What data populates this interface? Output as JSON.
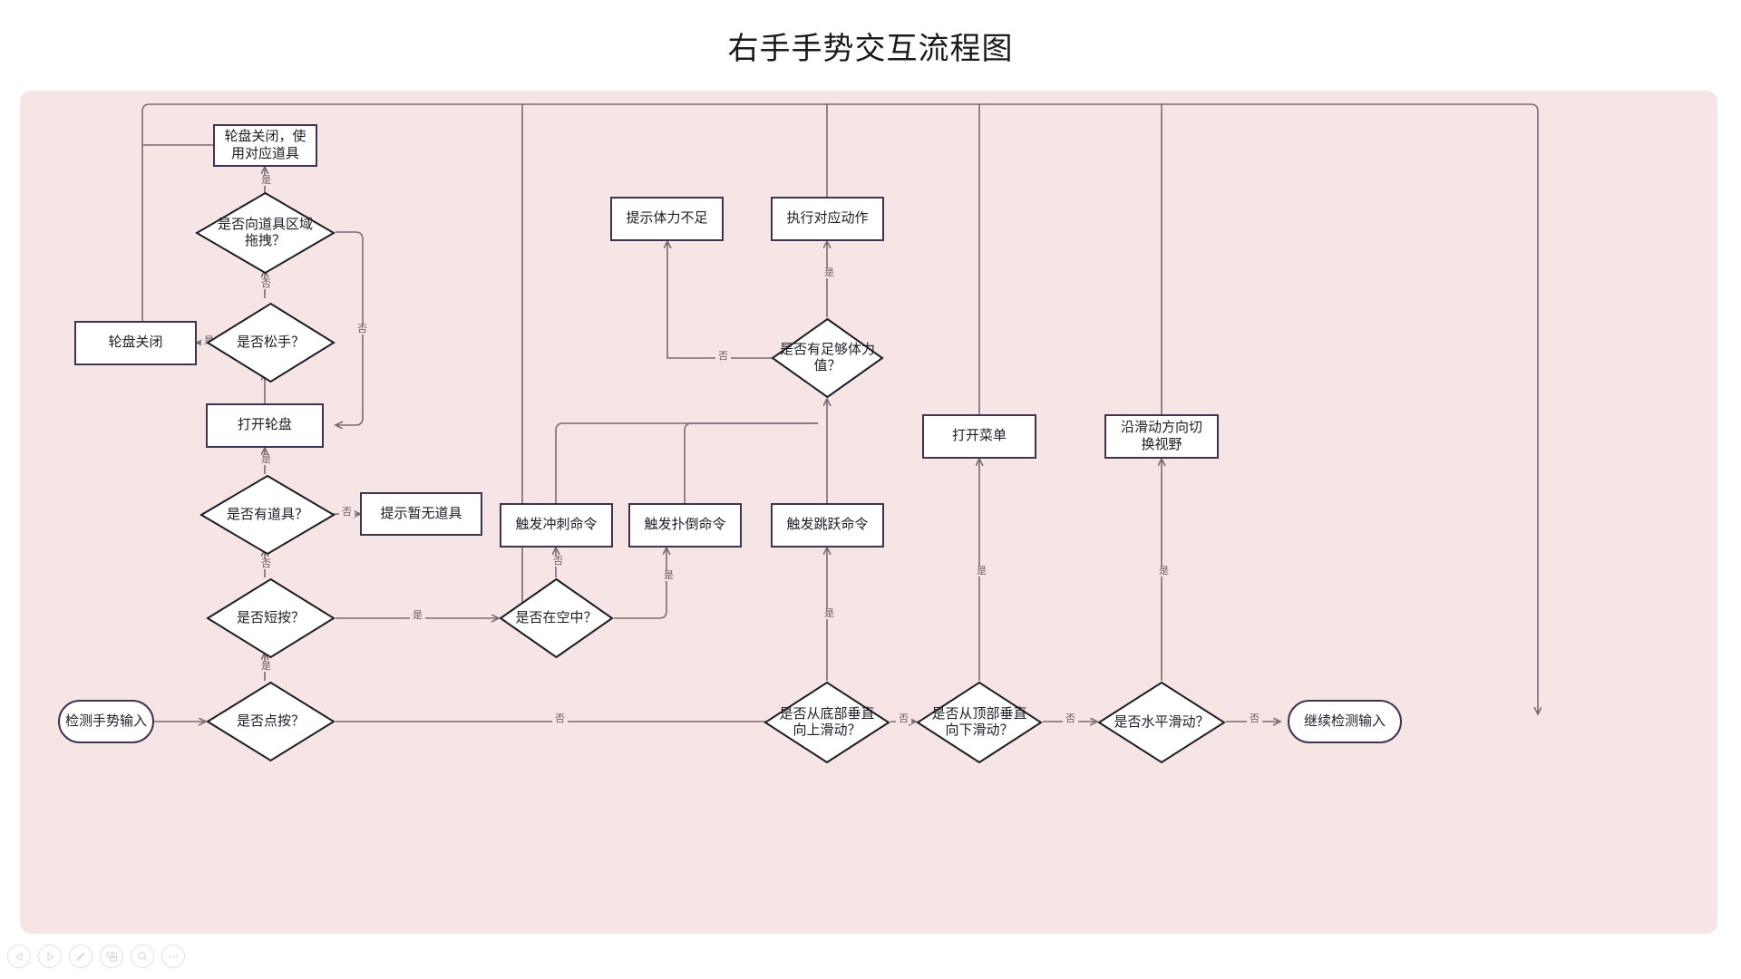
{
  "page": {
    "title": "右手手势交互流程图",
    "canvas_background": "#f7e4e4",
    "node_border_color": "#3f3450",
    "edge_color": "#7a6a72"
  },
  "nodes": {
    "start": "检测手势输入",
    "end": "继续检测输入",
    "tap_q": "是否点按？",
    "short_press_q": "是否短按？",
    "has_item_q": "是否有道具？",
    "no_item_msg": "提示暂无道具",
    "open_wheel": "打开轮盘",
    "release_q": "是否松手？",
    "wheel_close": "轮盘关闭",
    "drag_item_q": "是否向道具区域\n拖拽？",
    "wheel_close_use": "轮盘关闭，使\n用对应道具",
    "in_air_q": "是否在空中？",
    "dash_cmd": "触发冲刺命令",
    "tackle_cmd": "触发扑倒命令",
    "jump_cmd": "触发跳跃命令",
    "stamina_q": "是否有足够体力\n值？",
    "low_stamina_msg": "提示体力不足",
    "do_action": "执行对应动作",
    "swipe_up_q": "是否从底部垂直\n向上滑动？",
    "swipe_down_q": "是否从顶部垂直\n向下滑动？",
    "open_menu": "打开菜单",
    "swipe_h_q": "是否水平滑动？",
    "switch_view": "沿滑动方向切\n换视野"
  },
  "edge_labels": {
    "yes": "是",
    "no": "否"
  },
  "toolbar": [
    {
      "name": "back-icon",
      "glyph": "◁"
    },
    {
      "name": "forward-icon",
      "glyph": "▷"
    },
    {
      "name": "pencil-icon",
      "glyph": "✎"
    },
    {
      "name": "layers-icon",
      "glyph": "▤"
    },
    {
      "name": "search-icon",
      "glyph": "◌"
    },
    {
      "name": "more-icon",
      "glyph": "···"
    }
  ]
}
